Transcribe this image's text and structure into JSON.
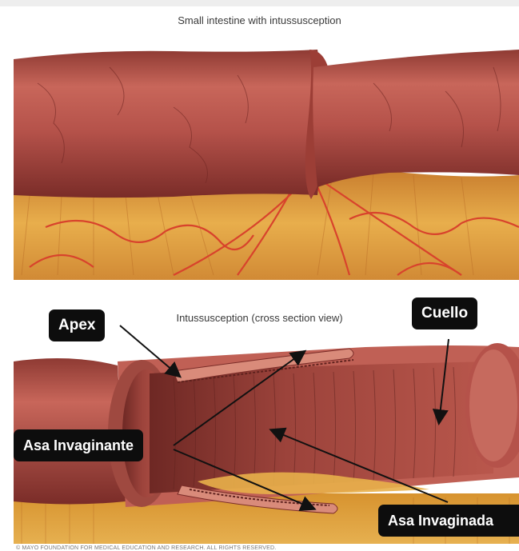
{
  "figure": {
    "top_caption": "Small intestine with intussusception",
    "bottom_caption": "Intussusception (cross section view)",
    "copyright": "© MAYO FOUNDATION FOR MEDICAL EDUCATION AND RESEARCH. ALL RIGHTS RESERVED."
  },
  "labels": {
    "apex": "Apex",
    "cuello": "Cuello",
    "asa_invaginante": "Asa Invaginante",
    "asa_invaginada": "Asa Invaginada"
  },
  "colors": {
    "intestine": "#b5524a",
    "intestine_dark": "#7e2f2b",
    "mesentery": "#e0a040",
    "vessel": "#d8432c",
    "label_bg": "#0d0d0d"
  }
}
